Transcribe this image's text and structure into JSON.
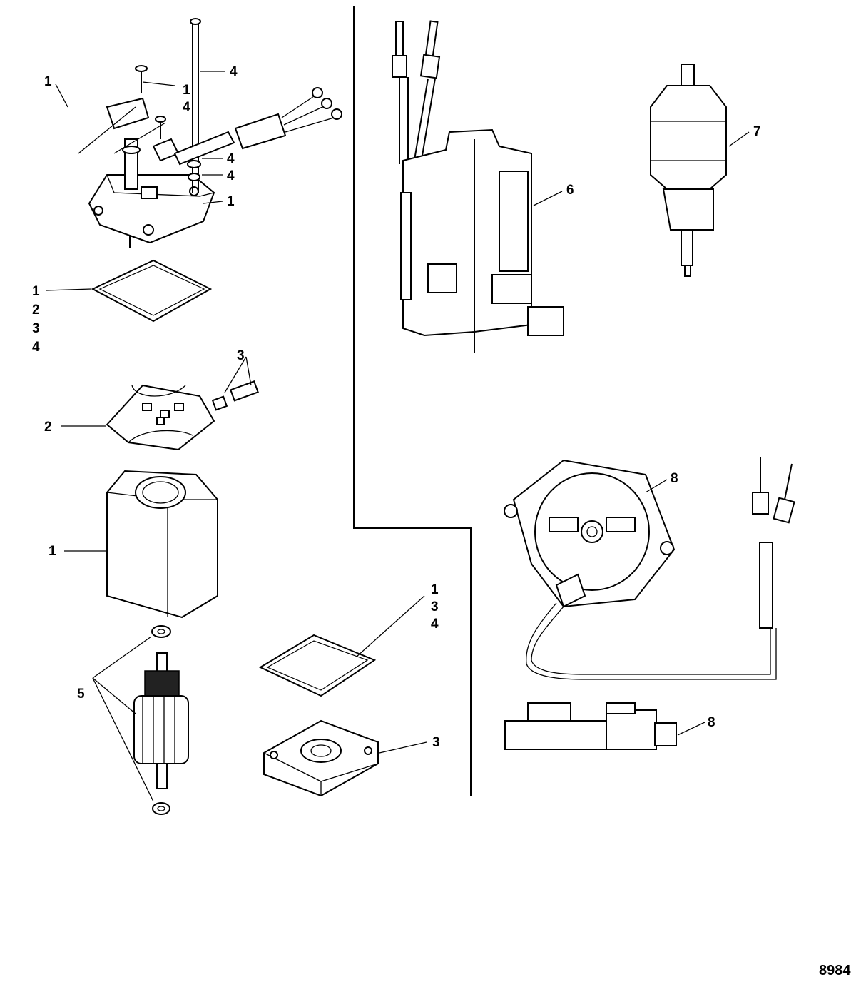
{
  "figure_number": "8984",
  "callouts": {
    "c1": "1",
    "c2": "4",
    "c3a": "1",
    "c3b": "4",
    "c4": "4",
    "c5": "4",
    "c6": "1",
    "c7a": "1",
    "c7b": "2",
    "c7c": "3",
    "c7d": "4",
    "c8": "3",
    "c9": "2",
    "c10": "1",
    "c11": "5",
    "c12a": "1",
    "c12b": "3",
    "c12c": "4",
    "c13": "3",
    "c14": "6",
    "c15": "7",
    "c16": "8",
    "c17": "8"
  }
}
